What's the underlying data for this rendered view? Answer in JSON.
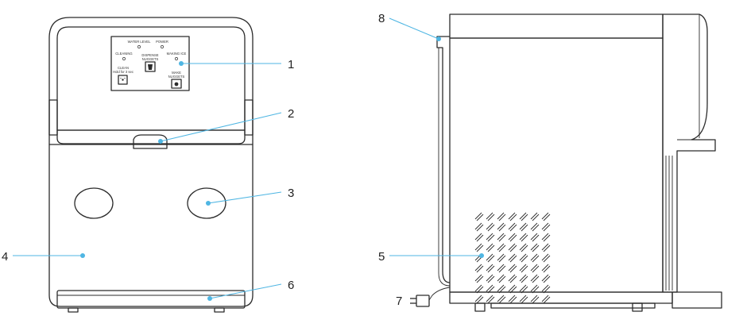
{
  "panel": {
    "water_level": "WATER LEVEL",
    "power": "POWER",
    "cleaning": "CLEANING",
    "making_ice": "MAKING ICE",
    "dispense": "DISPENSE",
    "nuggets": "NUGGETS",
    "clean": "CLEAN",
    "hold_for": "Hold for 3 sec",
    "make": "MAKE",
    "make_nuggets": "NUGGETS"
  },
  "callouts": {
    "c1": "1",
    "c2": "2",
    "c3": "3",
    "c4": "4",
    "c5": "5",
    "c6": "6",
    "c7": "7",
    "c8": "8"
  },
  "colors": {
    "leader": "#4fb6e3",
    "outline": "#2b2b2b"
  }
}
